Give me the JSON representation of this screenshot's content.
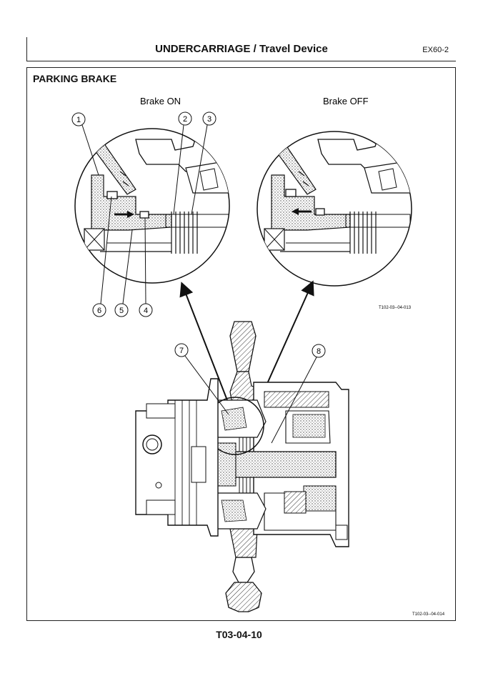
{
  "header": {
    "title": "UNDERCARRIAGE / Travel Device",
    "model": "EX60-2"
  },
  "section": {
    "title": "PARKING BRAKE"
  },
  "figure": {
    "label_brake_on": "Brake ON",
    "label_brake_off": "Brake OFF",
    "callouts": [
      "1",
      "2",
      "3",
      "4",
      "5",
      "6",
      "7",
      "8"
    ],
    "ref_top": "T102-03--04-013",
    "ref_bottom": "T102-03--04-014"
  },
  "footer": {
    "page_number": "T03-04-10"
  }
}
